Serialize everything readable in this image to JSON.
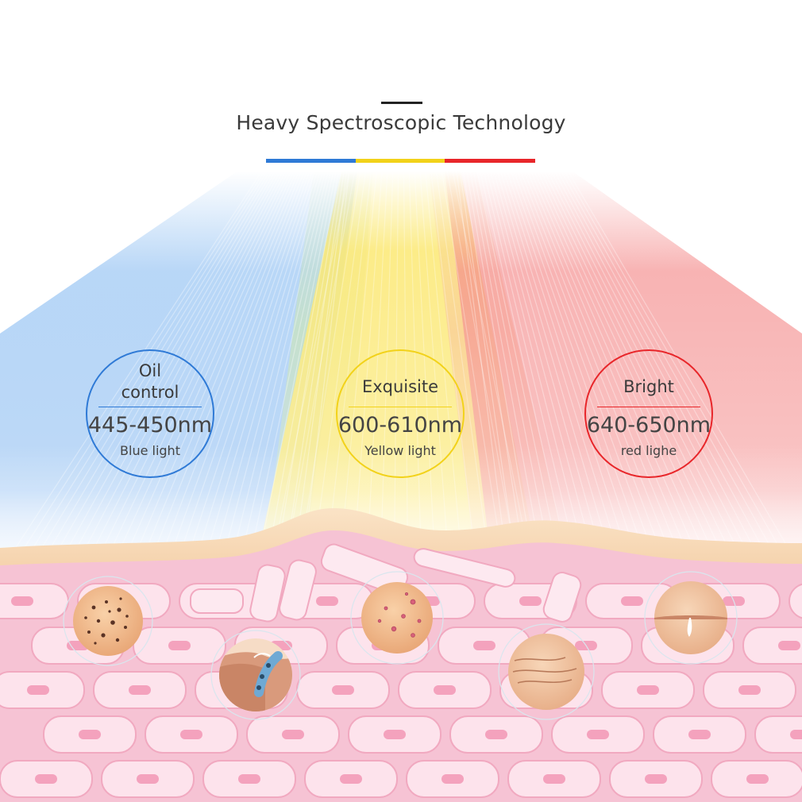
{
  "header": {
    "title": "Heavy Spectroscopic Technology"
  },
  "colors": {
    "blue": "#2f7ad6",
    "yellow": "#f2d21a",
    "red": "#e8262a",
    "skin_pink": "#f7c6d6",
    "skin_cell": "#f3b6cb",
    "epidermis": "#f6d7b2"
  },
  "spectrum": [
    {
      "key": "blue",
      "color": "#2f7ad6",
      "label": "Oil\ncontrol",
      "range": "445-450nm",
      "light_name": "Blue light",
      "icon": "oil-control-icon"
    },
    {
      "key": "yellow",
      "color": "#f2d21a",
      "label": "Exquisite",
      "range": "600-610nm",
      "light_name": "Yellow light",
      "icon": "exquisite-icon"
    },
    {
      "key": "red",
      "color": "#e8262a",
      "label": "Bright",
      "range": "640-650nm",
      "light_name": "red lighe",
      "icon": "bright-icon"
    }
  ],
  "skin_icons": [
    "blackhead-pores-icon",
    "clogged-pore-icon",
    "acne-spots-icon",
    "wrinkles-icon",
    "dry-crack-icon"
  ]
}
